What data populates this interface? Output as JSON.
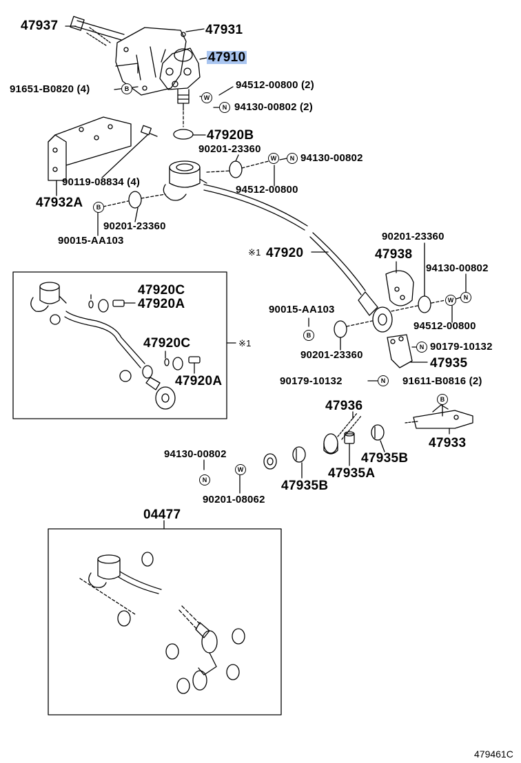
{
  "highlight_color": "#a9c5f0",
  "diagram_id": "479461C",
  "parts": {
    "p47937": "47937",
    "p47931": "47931",
    "p47910": "47910",
    "p91651": "91651-B0820 (4)",
    "p94512_2": "94512-00800 (2)",
    "p94130_2": "94130-00802 (2)",
    "p47920B": "47920B",
    "p90201_a": "90201-23360",
    "p94130_a": "94130-00802",
    "p90119": "90119-08834 (4)",
    "p94512_a": "94512-00800",
    "p47932A": "47932A",
    "p90201_b": "90201-23360",
    "p90015_a": "90015-AA103",
    "p47920": "47920",
    "p90201_c": "90201-23360",
    "p47938": "47938",
    "p94130_c": "94130-00802",
    "p47920C_1": "47920C",
    "p47920A_1": "47920A",
    "p47920C_2": "47920C",
    "p47920A_2": "47920A",
    "p90015_b": "90015-AA103",
    "p94512_b": "94512-00800",
    "p90179_a": "90179-10132",
    "p90201_d": "90201-23360",
    "p47935": "47935",
    "p90179_b": "90179-10132",
    "p91611": "91611-B0816 (2)",
    "p47936": "47936",
    "p47933": "47933",
    "p94130_d": "94130-00802",
    "p47935B_1": "47935B",
    "p47935A": "47935A",
    "p90201_e": "90201-08062",
    "p47935B_2": "47935B",
    "p04477": "04477"
  },
  "markers": {
    "note": "※1",
    "bolt": "B",
    "washer": "W",
    "nut": "N"
  }
}
